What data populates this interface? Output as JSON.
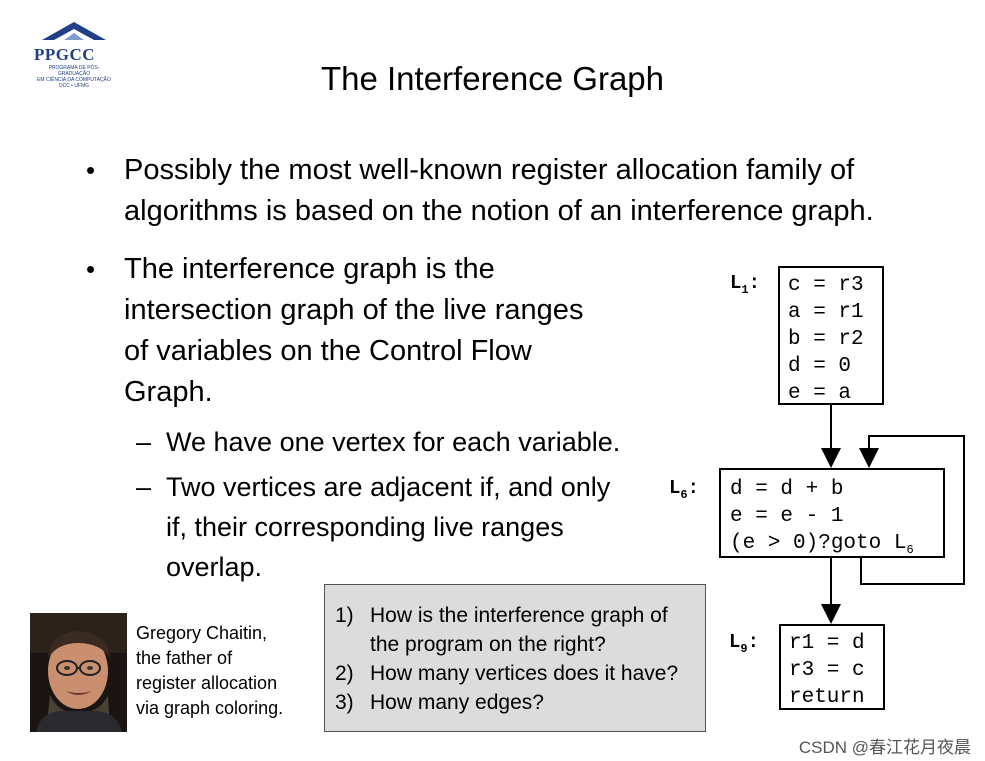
{
  "logo": {
    "text": "PPGCC",
    "subtitle_lines": [
      "PROGRAMA DE PÓS-GRADUAÇÃO",
      "EM CIÊNCIA DA COMPUTAÇÃO",
      "DCC • UFMG"
    ]
  },
  "title": "The Interference Graph",
  "bullets": [
    {
      "lines": [
        "Possibly the most well-known register allocation family of",
        "algorithms is based on the notion of an interference graph."
      ]
    },
    {
      "lines": [
        "The interference graph is the",
        "intersection graph of the live ranges",
        "of variables on the Control Flow",
        "Graph."
      ]
    }
  ],
  "subbullets": [
    {
      "lines": [
        "We have one vertex for each variable."
      ]
    },
    {
      "lines": [
        "Two vertices are adjacent if, and only",
        "if, their corresponding live ranges",
        "overlap."
      ]
    }
  ],
  "cfg": {
    "block1": {
      "label": "L",
      "label_sub": "1",
      "lines": [
        "c = r3",
        "a = r1",
        "b = r2",
        "d = 0",
        "e = a"
      ]
    },
    "block6": {
      "label": "L",
      "label_sub": "6",
      "lines": [
        "d = d + b",
        "e = e - 1",
        "(e > 0)?goto L"
      ],
      "goto_sub": "6"
    },
    "block9": {
      "label": "L",
      "label_sub": "9",
      "lines": [
        "r1 = d",
        "r3 = c",
        "return"
      ]
    }
  },
  "questions": [
    {
      "num": "1)",
      "lines": [
        "How is the interference graph of",
        "the program on the right?"
      ]
    },
    {
      "num": "2)",
      "lines": [
        "How many vertices does it have?"
      ]
    },
    {
      "num": "3)",
      "lines": [
        "How many edges?"
      ]
    }
  ],
  "photo_caption": [
    "Gregory Chaitin,",
    "the father of",
    "register allocation",
    "via graph coloring."
  ],
  "watermark": "CSDN @春江花月夜晨"
}
